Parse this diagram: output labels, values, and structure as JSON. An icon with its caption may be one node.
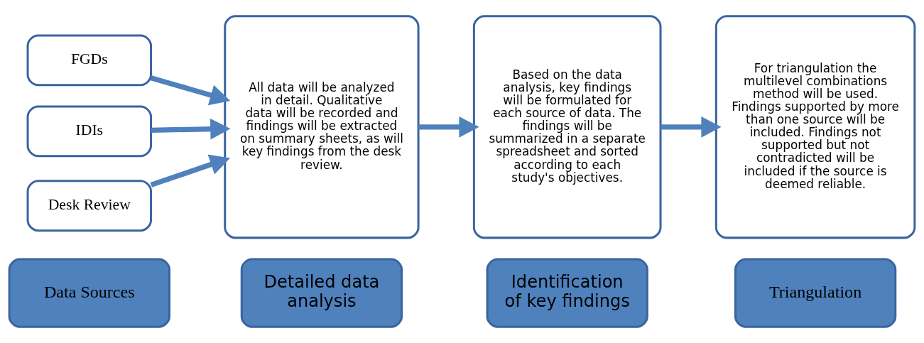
{
  "diagram": {
    "nodes": [
      {
        "text": [
          "Data Sources"
        ]
      },
      {
        "text": [
          "Detailed data analysis"
        ]
      },
      {
        "text": [
          "Identification of key findings"
        ]
      },
      {
        "text": [
          "Triangulation"
        ]
      },
      {
        "text": [
          "FGDs"
        ]
      },
      {
        "text": [
          "IDIs"
        ]
      },
      {
        "text": [
          "Desk Review"
        ]
      },
      {
        "text": [
          "All data will be analyzed in detail. Qualitative data will be recorded and findings will be extracted on summary sheets, as will key findings from the desk review."
        ]
      },
      {
        "text": [
          "Based on the data analysis, key findings will be formulated for each source of data. The findings will be summarized in a separate spreadsheet and sorted according to each study's objectives."
        ]
      },
      {
        "text": [
          "For triangulation the multilevel combinations method will be used. Findings supported by more than one source will be included. Findings not supported but not contradicted will be included if the source is deemed reliable."
        ]
      }
    ],
    "edges": [
      {
        "from": 4,
        "to": 7,
        "arrow": "to"
      },
      {
        "from": 5,
        "to": 7,
        "arrow": "to"
      },
      {
        "from": 6,
        "to": 7,
        "arrow": "to"
      },
      {
        "from": 7,
        "to": 8,
        "arrow": "to"
      },
      {
        "from": 8,
        "to": 9,
        "arrow": "to"
      }
    ]
  }
}
